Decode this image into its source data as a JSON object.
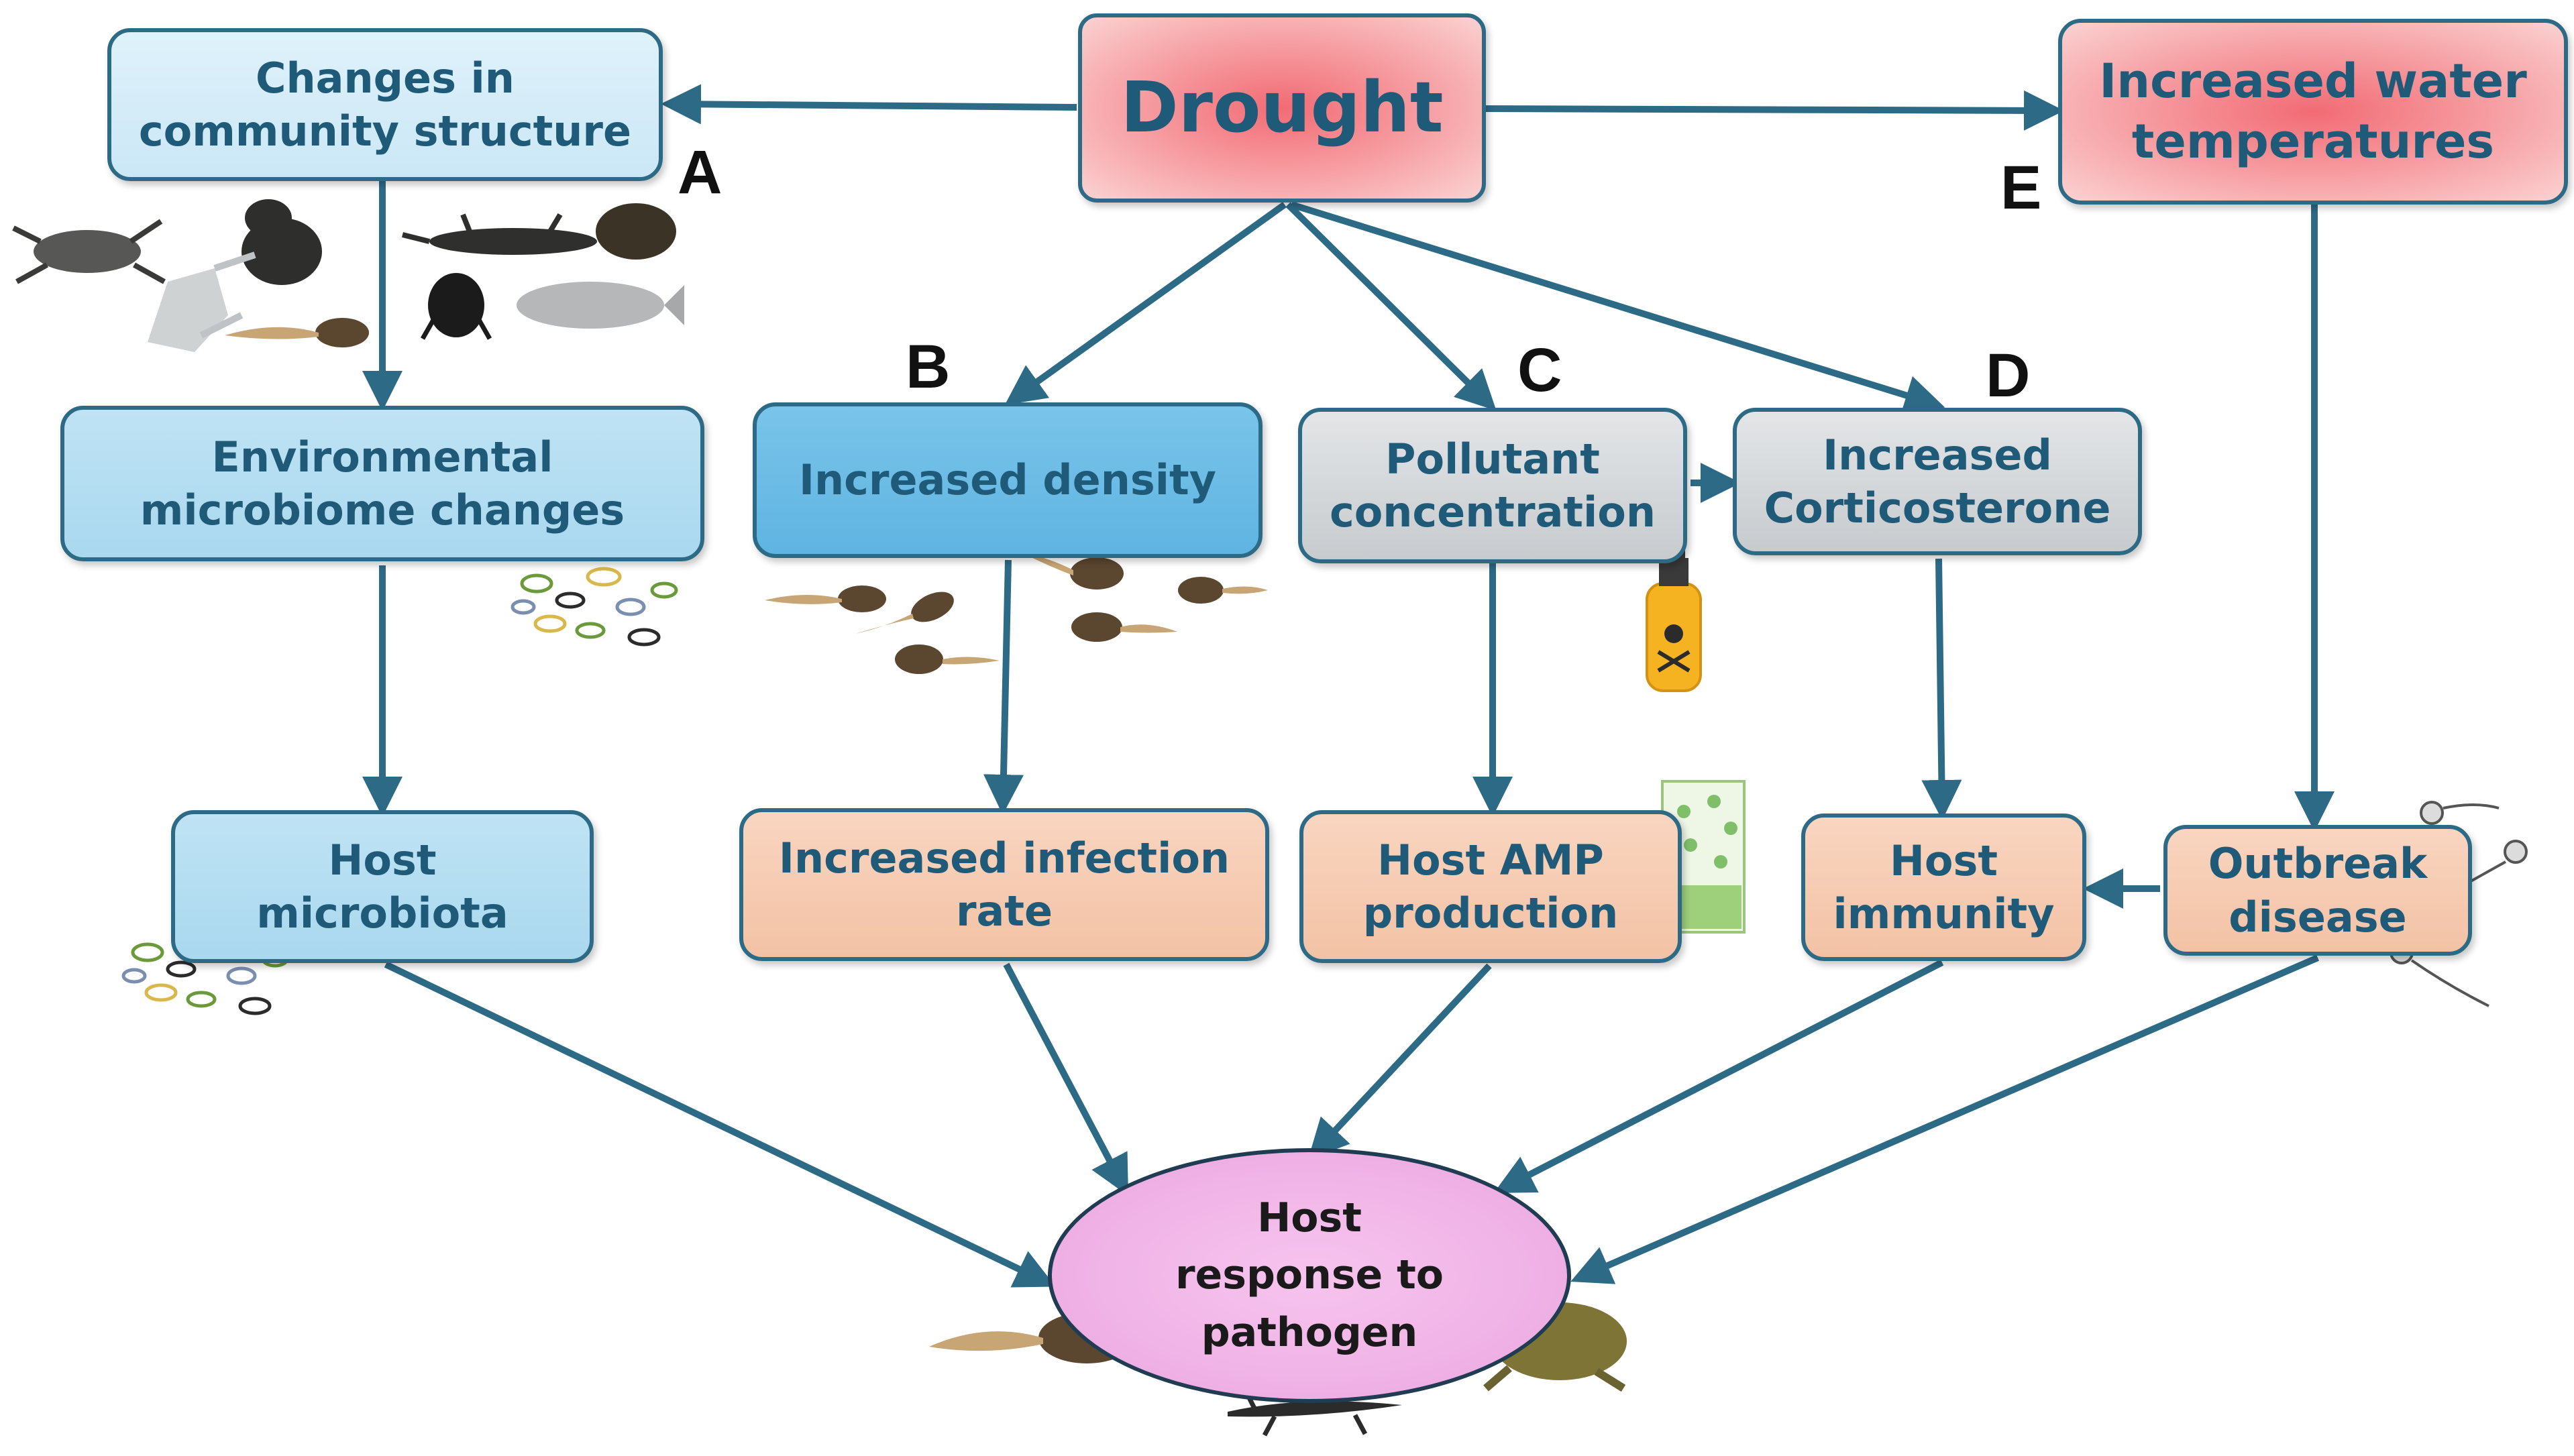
{
  "nodes": {
    "drought": "Drought",
    "community": "Changes in\ncommunity structure",
    "water_temp": "Increased water\ntemperatures",
    "env_microbiome": "Environmental\nmicrobiome changes",
    "density": "Increased density",
    "pollutant": "Pollutant\nconcentration",
    "corticosterone": "Increased\nCorticosterone",
    "host_microbiota": "Host\nmicrobiota",
    "infection_rate": "Increased infection\nrate",
    "amp": "Host AMP\nproduction",
    "immunity": "Host\nimmunity",
    "outbreak": "Outbreak\ndisease",
    "response": "Host\nresponse to\npathogen"
  },
  "letters": {
    "a": "A",
    "b": "B",
    "c": "C",
    "d": "D",
    "e": "E"
  },
  "colors": {
    "arrow": "#2d6a86",
    "text": "#1f5a78",
    "drought_fill": "#f26b74",
    "effect_fill": "#f3c2a5",
    "response_fill": "#f0b3e6"
  },
  "icons": [
    "amphibian-silhouettes-icon",
    "tadpole-icon",
    "bacteria-cluster-icon",
    "toxic-bottle-icon",
    "skin-tissue-icon",
    "zoospore-icon",
    "toad-icon",
    "newt-icon"
  ]
}
